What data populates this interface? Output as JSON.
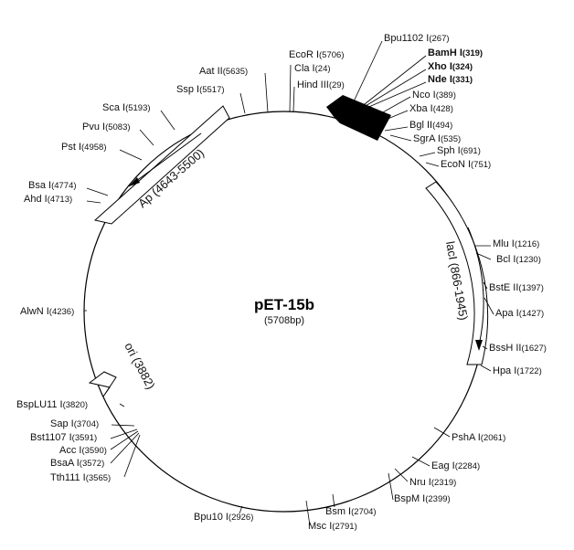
{
  "plasmid": {
    "name": "pET-15b",
    "size_label": "(5708bp)",
    "length": 5708
  },
  "colors": {
    "line": "#000000",
    "text": "#111111",
    "tag_fill": "#000000"
  },
  "sites": [
    {
      "id": "ecori",
      "name": "EcoR I",
      "pos": "(5706)",
      "bold": false
    },
    {
      "id": "clai",
      "name": "Cla I",
      "pos": "(24)",
      "bold": false
    },
    {
      "id": "hindiii",
      "name": "Hind III",
      "pos": "(29)",
      "bold": false
    },
    {
      "id": "aatii",
      "name": "Aat II",
      "pos": "(5635)",
      "bold": false
    },
    {
      "id": "sspi",
      "name": "Ssp I",
      "pos": "(5517)",
      "bold": false
    },
    {
      "id": "bpu1102i",
      "name": "Bpu1102 I",
      "pos": "(267)",
      "bold": false
    },
    {
      "id": "bamhi",
      "name": "BamH I",
      "pos": "(319)",
      "bold": true
    },
    {
      "id": "xhoi",
      "name": "Xho I",
      "pos": "(324)",
      "bold": true
    },
    {
      "id": "ndei",
      "name": "Nde I",
      "pos": "(331)",
      "bold": true
    },
    {
      "id": "ncoi",
      "name": "Nco I",
      "pos": "(389)",
      "bold": false
    },
    {
      "id": "xbai",
      "name": "Xba I",
      "pos": "(428)",
      "bold": false
    },
    {
      "id": "bglii",
      "name": "Bgl II",
      "pos": "(494)",
      "bold": false
    },
    {
      "id": "sgrai",
      "name": "SgrA I",
      "pos": "(535)",
      "bold": false
    },
    {
      "id": "sphi",
      "name": "Sph I",
      "pos": "(691)",
      "bold": false
    },
    {
      "id": "econi",
      "name": "EcoN I",
      "pos": "(751)",
      "bold": false
    },
    {
      "id": "scai",
      "name": "Sca I",
      "pos": "(5193)",
      "bold": false
    },
    {
      "id": "pvui",
      "name": "Pvu I",
      "pos": "(5083)",
      "bold": false
    },
    {
      "id": "psti",
      "name": "Pst I",
      "pos": "(4958)",
      "bold": false
    },
    {
      "id": "bsai",
      "name": "Bsa I",
      "pos": "(4774)",
      "bold": false
    },
    {
      "id": "ahdi",
      "name": "Ahd I",
      "pos": "(4713)",
      "bold": false
    },
    {
      "id": "mlui",
      "name": "Mlu I",
      "pos": "(1216)",
      "bold": false
    },
    {
      "id": "bcli",
      "name": "Bcl I",
      "pos": "(1230)",
      "bold": false
    },
    {
      "id": "bsteii",
      "name": "BstE II",
      "pos": "(1397)",
      "bold": false
    },
    {
      "id": "apai",
      "name": "Apa I",
      "pos": "(1427)",
      "bold": false
    },
    {
      "id": "alwni",
      "name": "AlwN I",
      "pos": "(4236)",
      "bold": false
    },
    {
      "id": "bsshii",
      "name": "BssH II",
      "pos": "(1627)",
      "bold": false
    },
    {
      "id": "hpai",
      "name": "Hpa I",
      "pos": "(1722)",
      "bold": false
    },
    {
      "id": "bsplu11i",
      "name": "BspLU11 I",
      "pos": "(3820)",
      "bold": false
    },
    {
      "id": "sapi",
      "name": "Sap I",
      "pos": "(3704)",
      "bold": false
    },
    {
      "id": "bst1107i",
      "name": "Bst1107 I",
      "pos": "(3591)",
      "bold": false
    },
    {
      "id": "acci",
      "name": "Acc I",
      "pos": "(3590)",
      "bold": false
    },
    {
      "id": "bsaai",
      "name": "BsaA I",
      "pos": "(3572)",
      "bold": false
    },
    {
      "id": "tth111i",
      "name": "Tth111 I",
      "pos": "(3565)",
      "bold": false
    },
    {
      "id": "psha",
      "name": "PshA I",
      "pos": "(2061)",
      "bold": false
    },
    {
      "id": "eagi",
      "name": "Eag I",
      "pos": "(2284)",
      "bold": false
    },
    {
      "id": "nrui",
      "name": "Nru I",
      "pos": "(2319)",
      "bold": false
    },
    {
      "id": "bspmi",
      "name": "BspM I",
      "pos": "(2399)",
      "bold": false
    },
    {
      "id": "bsmi",
      "name": "Bsm I",
      "pos": "(2704)",
      "bold": false
    },
    {
      "id": "msci",
      "name": "Msc I",
      "pos": "(2791)",
      "bold": false
    },
    {
      "id": "bpu10i",
      "name": "Bpu10 I",
      "pos": "(2926)",
      "bold": false
    }
  ],
  "features": {
    "ap": {
      "label": "Ap (4643-5500)",
      "start": 4643,
      "end": 5500
    },
    "laci": {
      "label": "lacI (866-1945)",
      "start": 866,
      "end": 1945
    },
    "ori": {
      "label": "ori (3882)",
      "pos": 3882
    },
    "tag": {
      "start": 160,
      "end": 340
    }
  }
}
